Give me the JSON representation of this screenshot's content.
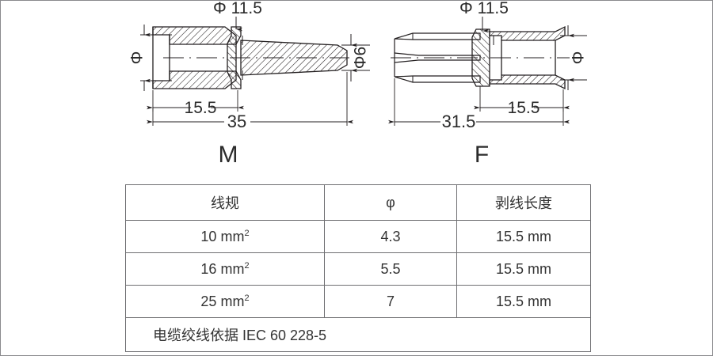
{
  "drawings": {
    "male": {
      "part_label": "M",
      "dim_diameter_flange": "Φ 11.5",
      "dim_diameter_left": "Φ",
      "dim_diameter_right": "Φ6",
      "dim_length_strip": "15.5",
      "dim_length_total": "35"
    },
    "female": {
      "part_label": "F",
      "dim_diameter_flange": "Φ 11.5",
      "dim_diameter_right": "Φ",
      "dim_length_strip": "15.5",
      "dim_length_total": "31.5"
    }
  },
  "table": {
    "headers": [
      "线规",
      "φ",
      "剥线长度"
    ],
    "rows": [
      {
        "gauge": "10 mm",
        "gauge_sup": "2",
        "phi": "4.3",
        "strip": "15.5 mm"
      },
      {
        "gauge": "16 mm",
        "gauge_sup": "2",
        "phi": "5.5",
        "strip": "15.5 mm"
      },
      {
        "gauge": "25 mm",
        "gauge_sup": "2",
        "phi": "7",
        "strip": "15.5 mm"
      }
    ],
    "note": "电缆绞线依据 IEC 60 228-5"
  },
  "colors": {
    "line": "#231f20",
    "text": "#2b2b2b",
    "border": "#6f6f72",
    "background": "#ffffff"
  }
}
